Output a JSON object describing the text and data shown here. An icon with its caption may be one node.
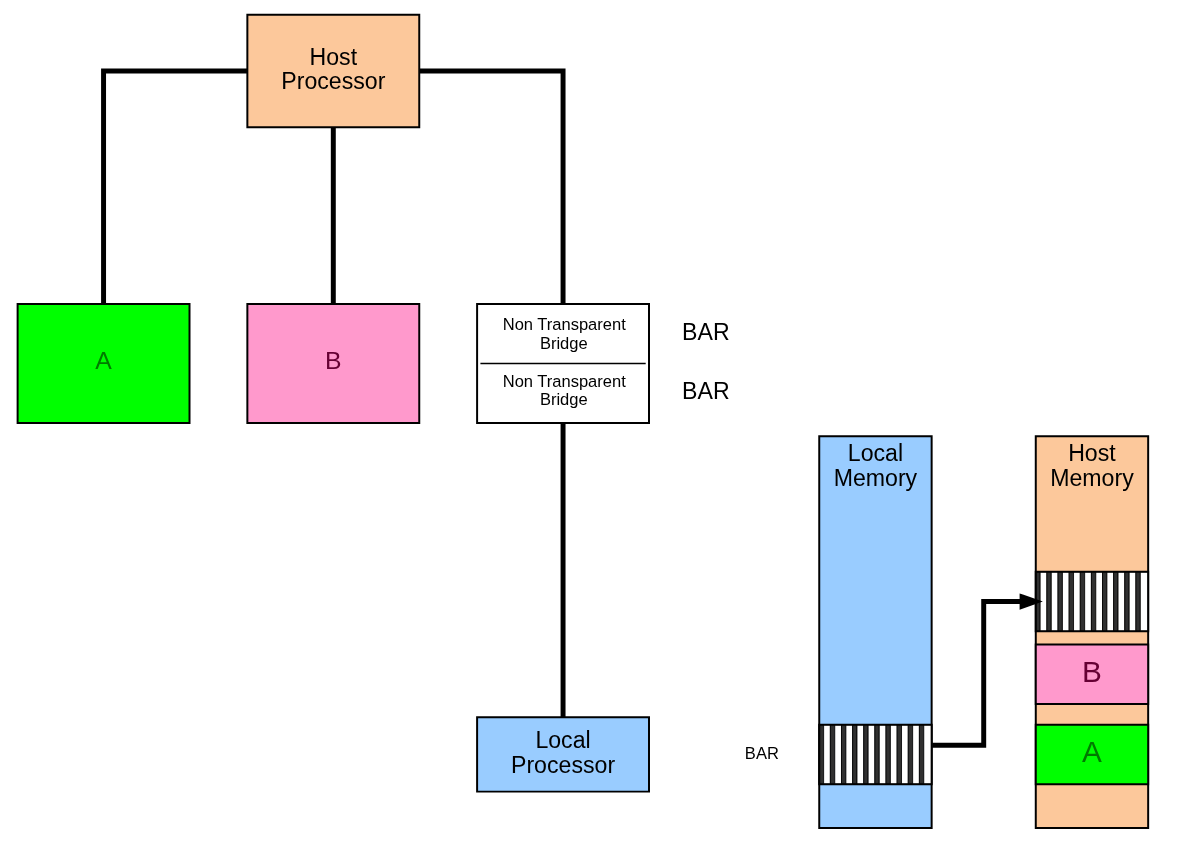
{
  "diagram": {
    "nodes": [
      {
        "text": [
          "Host Processor"
        ]
      },
      {
        "text": [
          "A"
        ]
      },
      {
        "text": [
          "B"
        ]
      },
      {
        "text": [
          "Non Transparent Bridge",
          "Non Transparent Bridge"
        ],
        "beside": [
          "BAR",
          "BAR"
        ]
      },
      {
        "text": [
          "Local Processor"
        ]
      },
      {
        "text": [
          "Local Memory"
        ]
      },
      {
        "text": [],
        "shape": "box",
        "in": 5,
        "beside": [
          "BAR"
        ]
      },
      {
        "text": [
          "Host Memory"
        ]
      },
      {
        "text": [],
        "shape": "box",
        "in": 7
      },
      {
        "text": [
          "B"
        ],
        "in": 7
      },
      {
        "text": [
          "A"
        ],
        "in": 7
      }
    ],
    "edges": [
      {
        "from": 0,
        "to": 1,
        "arrow": "none"
      },
      {
        "from": 0,
        "to": 2,
        "arrow": "none"
      },
      {
        "from": 0,
        "to": 3,
        "arrow": "none"
      },
      {
        "from": 3,
        "to": 4,
        "arrow": "none"
      },
      {
        "from": 6,
        "to": 8,
        "arrow": "to"
      }
    ]
  }
}
